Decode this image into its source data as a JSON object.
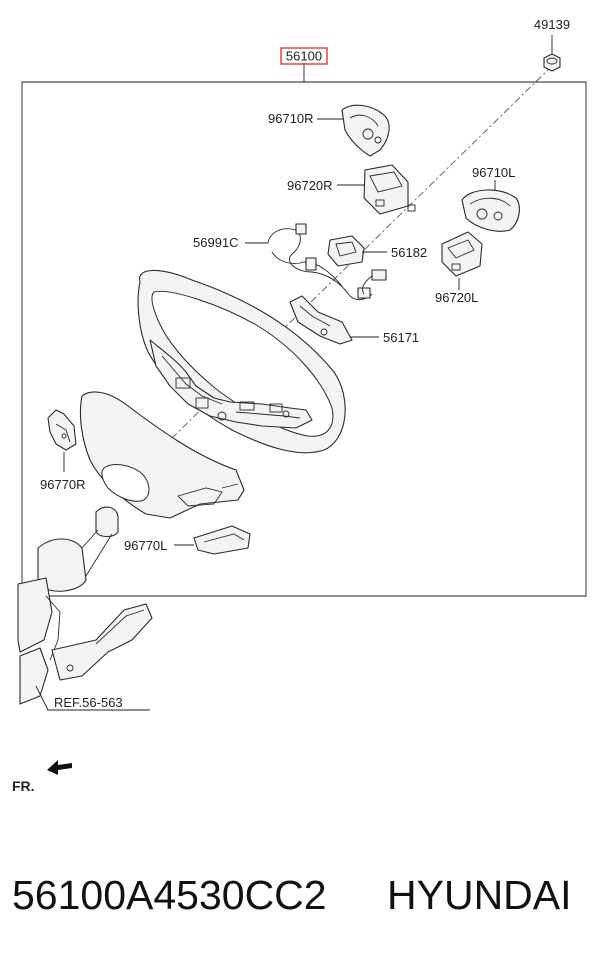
{
  "diagram": {
    "main_part": "56100",
    "labels": {
      "nut": "49139",
      "switch_r_upper": "96710R",
      "switch_r_lower": "96720R",
      "switch_l_upper": "96710L",
      "switch_l_lower": "96720L",
      "wiring": "56991C",
      "bracket": "56182",
      "cover": "56171",
      "paddle_r": "96770R",
      "paddle_l": "96770L",
      "ref": "REF.56-563",
      "front": "FR."
    },
    "highlight_color": "#e53935"
  },
  "footer": {
    "part_number": "56100A4530CC2",
    "brand": "HYUNDAI"
  }
}
